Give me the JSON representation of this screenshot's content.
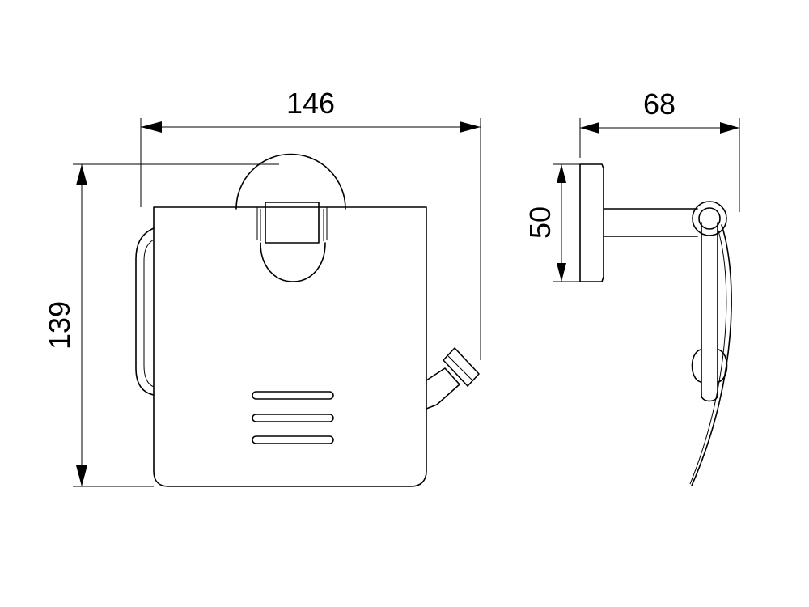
{
  "drawing": {
    "line_color": "#000000",
    "background": "#ffffff",
    "dimensions": {
      "front_width": "146",
      "front_height": "139",
      "side_depth": "68",
      "side_height": "50"
    }
  }
}
